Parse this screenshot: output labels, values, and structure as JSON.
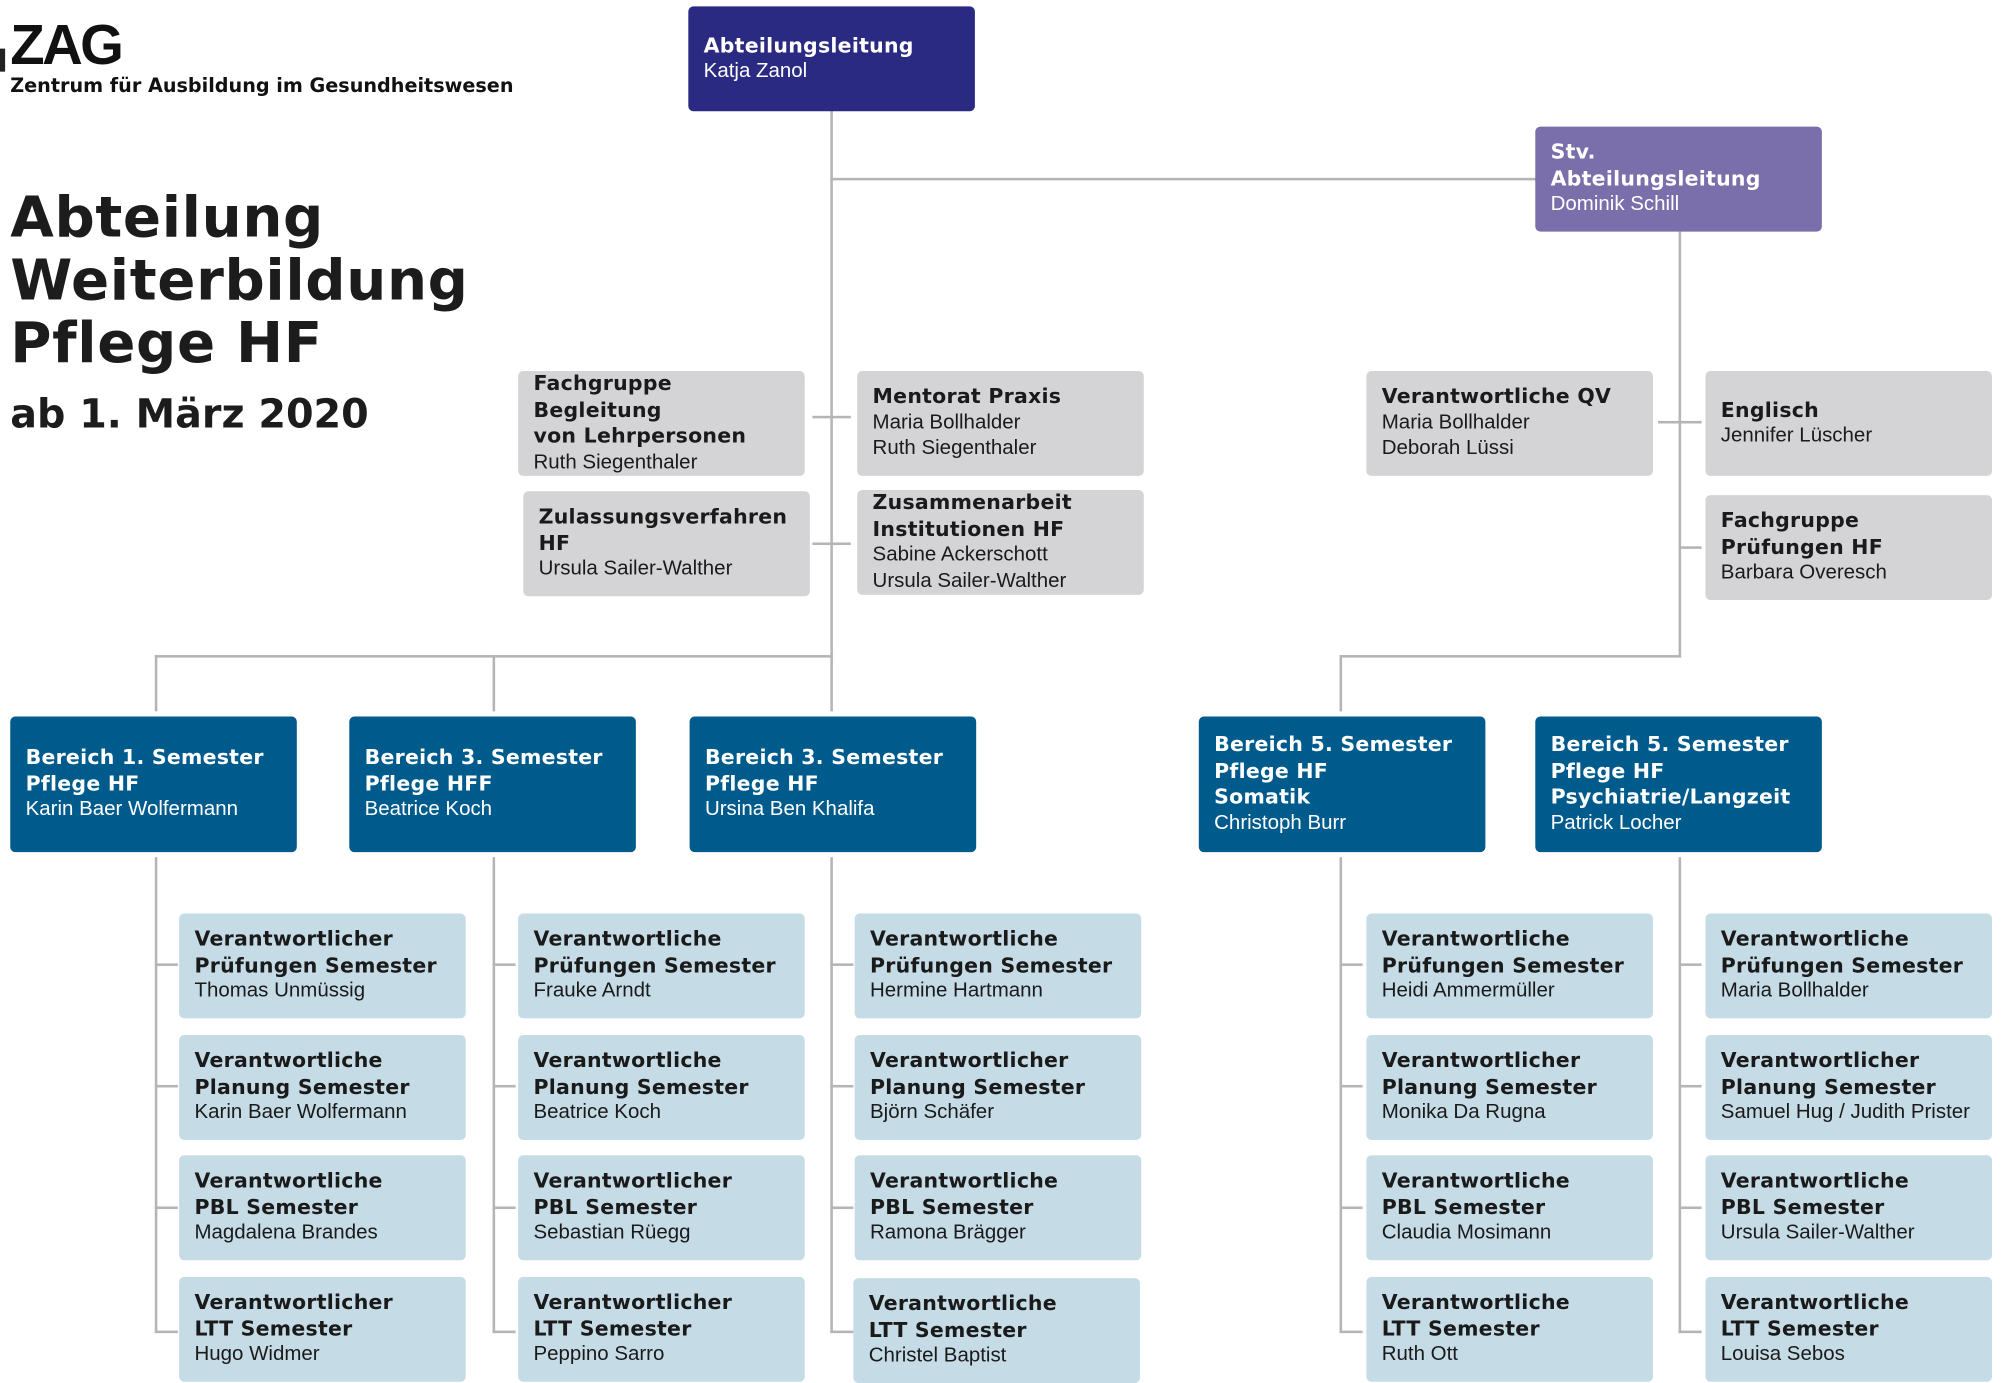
{
  "header": {
    "logo": "ZAG",
    "org_name": "Zentrum für Ausbildung im Gesundheitswesen",
    "title": "Abteilung\nWeiterbildung\nPflege HF",
    "date": "ab 1. März 2020"
  },
  "colors": {
    "leadership": "#2b2a82",
    "deputy": "#7a6faa",
    "area": "#005b8d",
    "staff": "#d4d4d6",
    "responsibility": "#c5dbe6",
    "connector": "#b5b5b5"
  },
  "leadership": {
    "title": "Abteilungsleitung",
    "person": "Katja Zanol"
  },
  "deputy": {
    "title": "Stv. Abteilungsleitung",
    "person": "Dominik Schill"
  },
  "staff": [
    {
      "title": "Fachgruppe Begleitung\nvon Lehrpersonen",
      "person": "Ruth Siegenthaler"
    },
    {
      "title": "Mentorat Praxis",
      "person": "Maria Bollhalder\nRuth Siegenthaler"
    },
    {
      "title": "Zulassungsverfahren\nHF",
      "person": "Ursula Sailer-Walther"
    },
    {
      "title": "Zusammenarbeit\nInstitutionen HF",
      "person": "Sabine Ackerschott\nUrsula Sailer-Walther"
    },
    {
      "title": "Verantwortliche QV",
      "person": "Maria Bollhalder\nDeborah Lüssi"
    },
    {
      "title": "Englisch",
      "person": "Jennifer Lüscher"
    },
    {
      "title": "Fachgruppe\nPrüfungen HF",
      "person": "Barbara Overesch"
    }
  ],
  "areas": [
    {
      "title": "Bereich 1. Semester\nPflege HF",
      "lead": "Karin Baer Wolfermann",
      "roles": [
        {
          "title": "Verantwortlicher\nPrüfungen Semester",
          "person": "Thomas Unmüssig"
        },
        {
          "title": "Verantwortliche\nPlanung Semester",
          "person": "Karin Baer Wolfermann"
        },
        {
          "title": "Verantwortliche\nPBL Semester",
          "person": "Magdalena Brandes"
        },
        {
          "title": "Verantwortlicher\nLTT Semester",
          "person": "Hugo Widmer"
        }
      ]
    },
    {
      "title": "Bereich 3. Semester\nPflege HFF",
      "lead": "Beatrice Koch",
      "roles": [
        {
          "title": "Verantwortliche\nPrüfungen Semester",
          "person": "Frauke Arndt"
        },
        {
          "title": "Verantwortliche\nPlanung Semester",
          "person": "Beatrice Koch"
        },
        {
          "title": "Verantwortlicher\nPBL Semester",
          "person": "Sebastian Rüegg"
        },
        {
          "title": "Verantwortlicher\nLTT Semester",
          "person": "Peppino Sarro"
        }
      ]
    },
    {
      "title": "Bereich 3. Semester\nPflege HF",
      "lead": "Ursina Ben Khalifa",
      "roles": [
        {
          "title": "Verantwortliche\nPrüfungen Semester",
          "person": "Hermine Hartmann"
        },
        {
          "title": "Verantwortlicher\nPlanung Semester",
          "person": "Björn Schäfer"
        },
        {
          "title": "Verantwortliche\nPBL Semester",
          "person": "Ramona Brägger"
        },
        {
          "title": "Verantwortliche\nLTT Semester",
          "person": "Christel Baptist"
        }
      ]
    },
    {
      "title": "Bereich 5. Semester\nPflege HF\nSomatik",
      "lead": "Christoph Burr",
      "roles": [
        {
          "title": "Verantwortliche\nPrüfungen Semester",
          "person": "Heidi Ammermüller"
        },
        {
          "title": "Verantwortlicher\nPlanung Semester",
          "person": "Monika Da Rugna"
        },
        {
          "title": "Verantwortliche\nPBL Semester",
          "person": "Claudia Mosimann"
        },
        {
          "title": "Verantwortliche\nLTT Semester",
          "person": "Ruth Ott"
        }
      ]
    },
    {
      "title": "Bereich 5. Semester\nPflege HF\nPsychiatrie/Langzeit",
      "lead": "Patrick Locher",
      "roles": [
        {
          "title": "Verantwortliche\nPrüfungen Semester",
          "person": "Maria Bollhalder"
        },
        {
          "title": "Verantwortlicher\nPlanung Semester",
          "person": "Samuel Hug / Judith Prister"
        },
        {
          "title": "Verantwortliche\nPBL Semester",
          "person": "Ursula Sailer-Walther"
        },
        {
          "title": "Verantwortliche\nLTT Semester",
          "person": "Louisa Sebos"
        }
      ]
    }
  ]
}
